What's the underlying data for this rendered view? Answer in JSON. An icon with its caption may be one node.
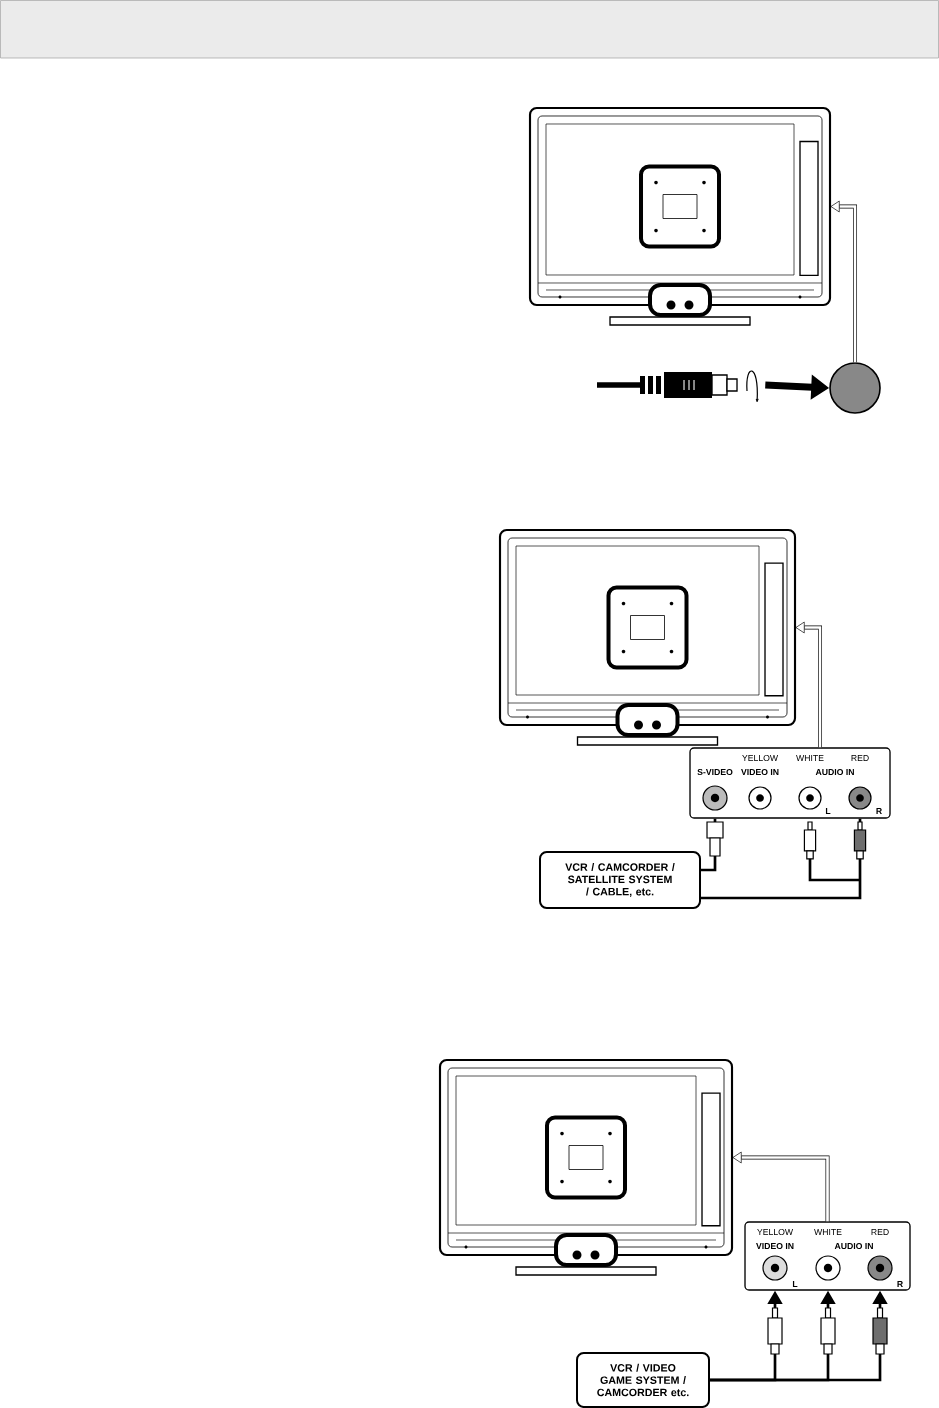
{
  "diagram": {
    "nodes": [
      {
        "text": [],
        "shape": "picture"
      },
      {
        "text": [],
        "shape": "picture"
      },
      {
        "text": [],
        "shape": "circle"
      },
      {
        "text": [],
        "shape": "picture"
      },
      {
        "text": [
          "S-VIDEO",
          "YELLOW",
          "WHITE",
          "RED",
          "VIDEO IN",
          "AUDIO IN",
          "L",
          "R"
        ]
      },
      {
        "text": [
          "VCR / CAMCORDER / SATELLITE SYSTEM / CABLE, etc."
        ]
      },
      {
        "text": [],
        "shape": "picture"
      },
      {
        "text": [
          "YELLOW",
          "WHITE",
          "RED",
          "VIDEO IN",
          "AUDIO IN",
          "L",
          "R"
        ]
      },
      {
        "text": [
          "VCR / VIDEO GAME SYSTEM / CAMCORDER etc."
        ]
      }
    ],
    "edges": [
      {
        "from": 2,
        "to": 0,
        "arrow": "to"
      },
      {
        "from": 1,
        "to": 2,
        "arrow": "to",
        "style": "thick"
      },
      {
        "from": 4,
        "to": 3,
        "arrow": "to"
      },
      {
        "from": 5,
        "to": 4,
        "arrow": "other"
      },
      {
        "from": 5,
        "to": 4,
        "arrow": "other"
      },
      {
        "from": 7,
        "to": 6,
        "arrow": "to"
      },
      {
        "from": 8,
        "to": 7,
        "arrow": "to"
      },
      {
        "from": 8,
        "to": 7,
        "arrow": "to"
      },
      {
        "from": 8,
        "to": 7,
        "arrow": "to"
      }
    ]
  }
}
